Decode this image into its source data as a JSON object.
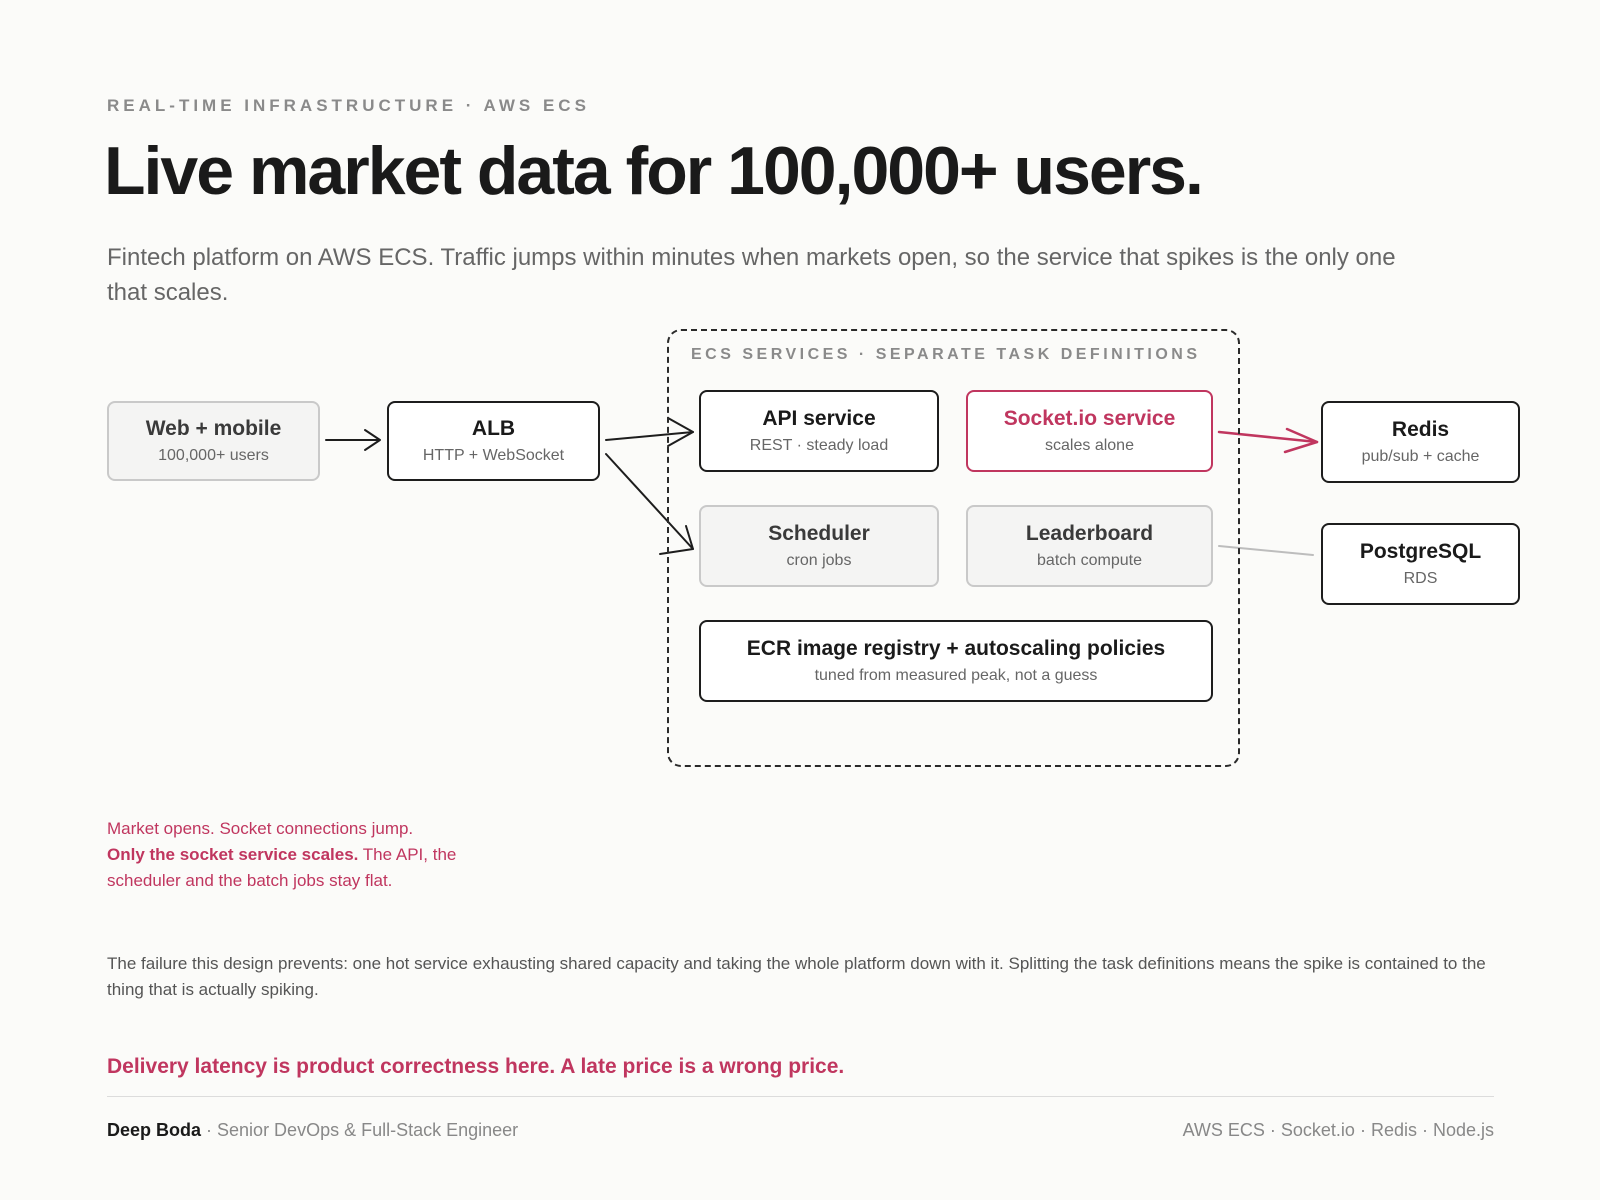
{
  "header": {
    "eyebrow": "REAL-TIME INFRASTRUCTURE · AWS ECS",
    "title": "Live market data for 100,000+ users.",
    "subtitle": "Fintech platform on AWS ECS. Traffic jumps within minutes when markets open, so the service that spikes is the only one that scales."
  },
  "diagram": {
    "group_label": "ECS SERVICES · SEPARATE TASK DEFINITIONS",
    "nodes": {
      "clients": {
        "title": "Web + mobile",
        "sub": "100,000+ users"
      },
      "alb": {
        "title": "ALB",
        "sub": "HTTP + WebSocket"
      },
      "api": {
        "title": "API service",
        "sub": "REST · steady load"
      },
      "socket": {
        "title": "Socket.io service",
        "sub": "scales alone"
      },
      "scheduler": {
        "title": "Scheduler",
        "sub": "cron jobs"
      },
      "leaderboard": {
        "title": "Leaderboard",
        "sub": "batch compute"
      },
      "ecr": {
        "title": "ECR image registry + autoscaling policies",
        "sub": "tuned from measured peak, not a guess"
      },
      "redis": {
        "title": "Redis",
        "sub": "pub/sub + cache"
      },
      "postgres": {
        "title": "PostgreSQL",
        "sub": "RDS"
      }
    },
    "colors": {
      "accent": "#c0365f",
      "ink": "#1d1d1d",
      "muted": "#bdbdbd"
    }
  },
  "callout": {
    "line1": "Market opens. Socket connections jump.",
    "bold": "Only the socket service scales.",
    "rest": " The API, the scheduler and the batch jobs stay flat."
  },
  "note": "The failure this design prevents: one hot service exhausting shared capacity and taking the whole platform down with it. Splitting the task definitions means the spike is contained to the thing that is actually spiking.",
  "punchline": "Delivery latency is product correctness here. A late price is a wrong price.",
  "footer": {
    "author": "Deep Boda",
    "role": " · Senior DevOps & Full-Stack Engineer",
    "stack": "AWS ECS · Socket.io · Redis · Node.js"
  }
}
